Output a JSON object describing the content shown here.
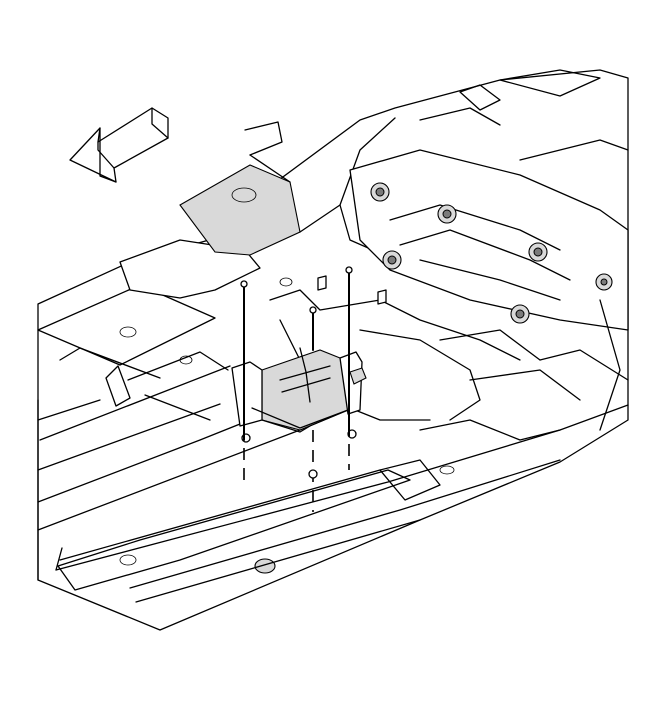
{
  "figure": {
    "kind": "exploded service illustration",
    "background": "#ffffff",
    "line_color": "#000000",
    "shade_color": "#d9d9d9",
    "components": [
      {
        "name": "direction-arrow-icon",
        "direction": "front-left"
      },
      {
        "name": "floor-pan"
      },
      {
        "name": "floor-tunnel"
      },
      {
        "name": "console-bracket"
      },
      {
        "name": "fastener-front-left"
      },
      {
        "name": "fastener-front-right"
      },
      {
        "name": "fastener-center"
      },
      {
        "name": "rear-crossmember"
      },
      {
        "name": "rocker-rail-left"
      }
    ]
  }
}
